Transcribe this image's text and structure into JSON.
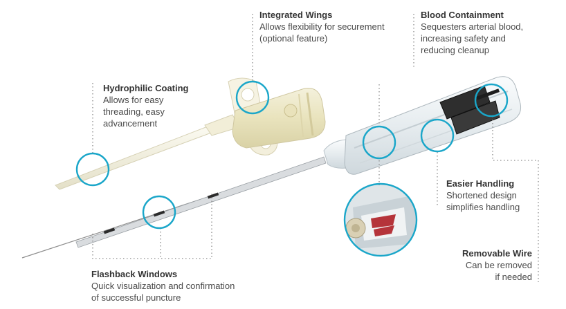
{
  "colors": {
    "accent": "#1aa6c9",
    "text": "#3d3d3d",
    "leader": "#8a8a8a",
    "tip": "#b5343a"
  },
  "callouts": {
    "integrated_wings": {
      "title": "Integrated Wings",
      "desc": "Allows flexibility for securement\n(optional feature)"
    },
    "blood_containment": {
      "title": "Blood Containment",
      "desc": "Sequesters arterial blood,\nincreasing safety and\nreducing cleanup"
    },
    "hydrophilic_coating": {
      "title": "Hydrophilic Coating",
      "desc": "Allows for easy\nthreading, easy\nadvancement"
    },
    "easier_handling": {
      "title": "Easier Handling",
      "desc": "Shortened design\nsimplifies handling"
    },
    "removable_wire": {
      "title": "Removable Wire",
      "desc": "Can be removed\nif needed"
    },
    "flashback_windows": {
      "title": "Flashback Windows",
      "desc": "Quick visualization and confirmation\nof successful puncture"
    }
  }
}
